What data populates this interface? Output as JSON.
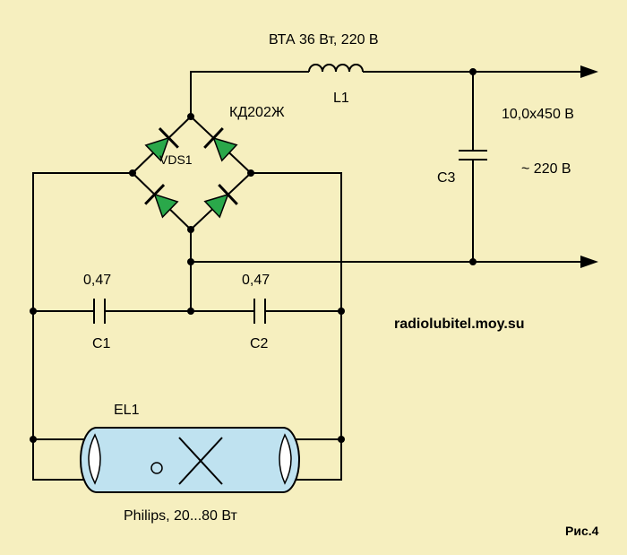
{
  "labels": {
    "ballast": "ВТА 36 Вт, 220 В",
    "inductor": "L1",
    "bridge_type": "КД202Ж",
    "bridge_ref": "VDS1",
    "cap3_rating": "10,0х450 В",
    "cap3_ref": "C3",
    "output_voltage": "~ 220 В",
    "cap1_value": "0,47",
    "cap2_value": "0,47",
    "cap1_ref": "C1",
    "cap2_ref": "C2",
    "website": "radiolubitel.moy.su",
    "lamp_ref": "EL1",
    "lamp_spec": "Philips, 20...80 Вт",
    "figure": "Рис.4"
  },
  "colors": {
    "background": "#f6efbf",
    "wire": "#000000",
    "diode_fill": "#2aa84a",
    "lamp_fill": "#bfe2f0"
  }
}
